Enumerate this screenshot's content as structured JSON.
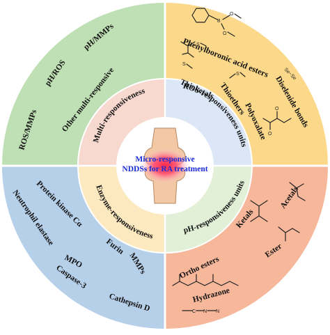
{
  "center": {
    "line1": "Micro-responsive",
    "line2": "NDDSs for RA treatment"
  },
  "ring_labels": {
    "ros_units": "ROS-responsiveness units",
    "ph_units": "pH-responsiveness units",
    "enzyme": "Enzyme-responsiveness",
    "multi": "Multi-responsiveness"
  },
  "ros_quadrant": {
    "phenylboronic": "Phenylboronic acid esters",
    "thioketals": "Thioketals",
    "thioethers": "Thioethers",
    "diselenide": "Diselenide bonds",
    "polyoxalate": "Polyoxalate",
    "se_formula": "Se−Se"
  },
  "ph_quadrant": {
    "acetals": "Acetals",
    "ketals": "Ketals",
    "ester": "Ester",
    "ortho_esters": "Ortho esters",
    "hydrazone": "Hydrazone"
  },
  "enzyme_quadrant": {
    "protein_kinase": "Protein kinase Cα",
    "neutrophil": "Neutrophil elastase",
    "furin": "Furin",
    "mmps": "MMPs",
    "mpo": "MPO",
    "caspase": "Caspase-3",
    "cathepsin": "Cathepsin D"
  },
  "multi_quadrant": {
    "ph_mmps": "pH/MMPs",
    "ph_ros": "pH/ROS",
    "other": "Other multi-responsive",
    "ros_mmps": "ROS/MMPs"
  },
  "colors": {
    "ros_outer": "#fcd98a",
    "ph_outer": "#f6b79a",
    "enzyme_outer": "#b7d0ea",
    "multi_outer": "#bfe0b4",
    "ros_inner": "#dbe7f6",
    "ph_inner": "#e2f0d8",
    "enzyme_inner": "#fde9bf",
    "multi_inner": "#f7d9cf",
    "center_text": "#1a2bd6"
  }
}
